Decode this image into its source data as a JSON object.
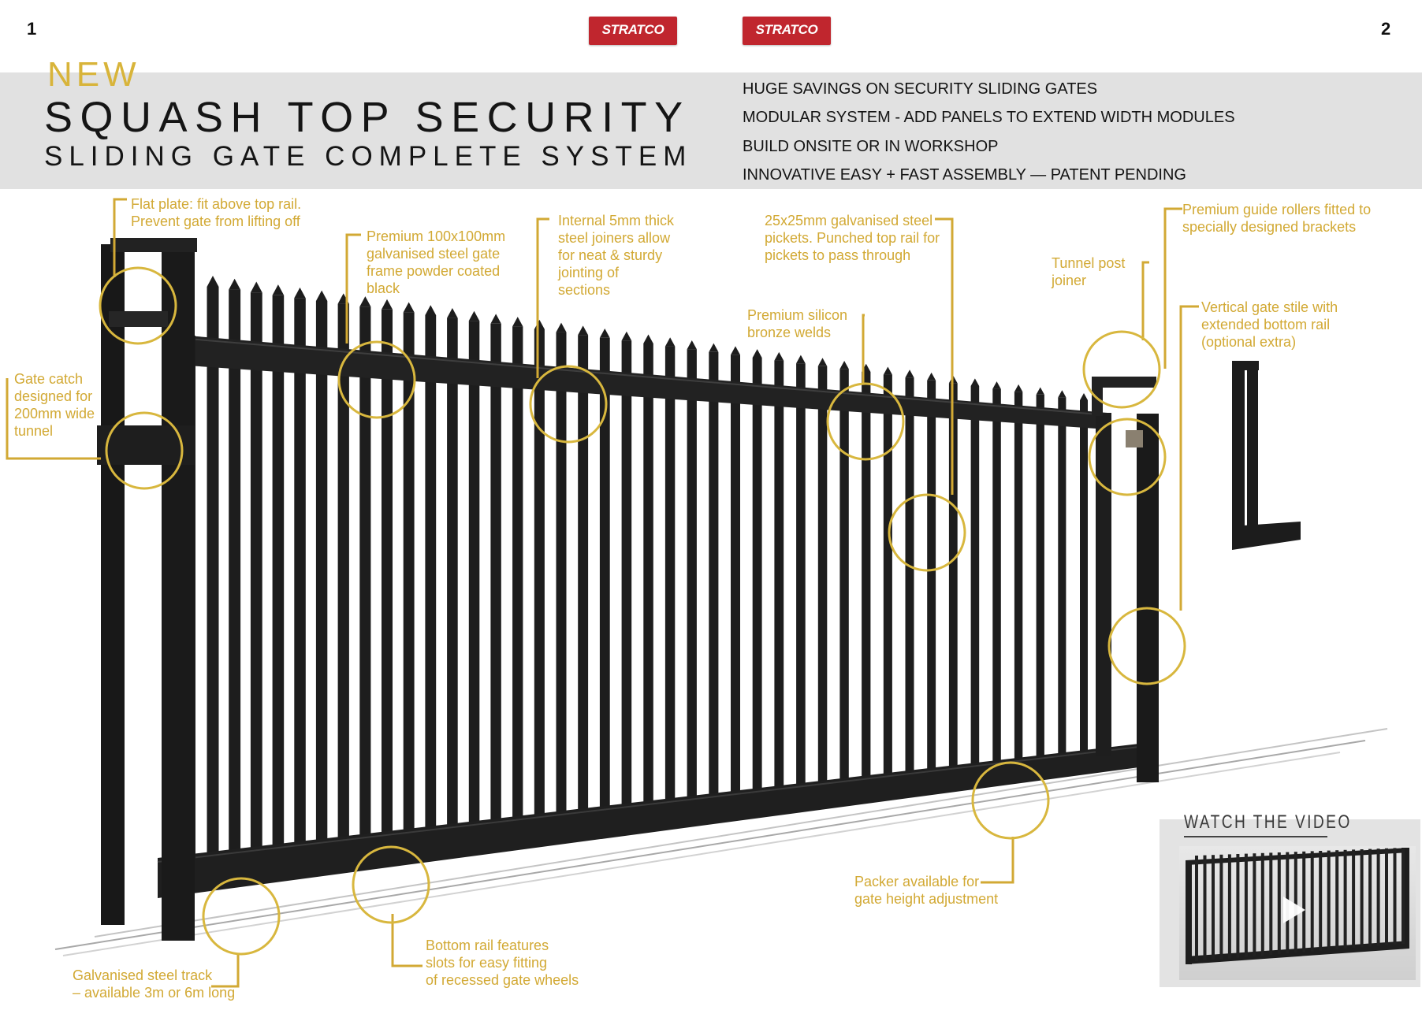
{
  "pages": {
    "left": "1",
    "right": "2"
  },
  "brand": {
    "logo_text": "STRATCO",
    "logo_color": "#c0262e",
    "accent_color": "#d2a934"
  },
  "header": {
    "new_label": "NEW",
    "title_line1": "SQUASH TOP SECURITY",
    "title_line2": "SLIDING GATE COMPLETE SYSTEM"
  },
  "features": [
    "HUGE SAVINGS ON SECURITY SLIDING GATES",
    "MODULAR SYSTEM - ADD PANELS TO EXTEND WIDTH MODULES",
    "BUILD ONSITE OR IN WORKSHOP",
    "INNOVATIVE EASY + FAST ASSEMBLY — PATENT PENDING"
  ],
  "callouts": {
    "flat_plate": [
      "Flat plate: fit above top rail.",
      "Prevent gate from lifting off"
    ],
    "gate_frame": [
      "Premium 100x100mm",
      "galvanised steel gate",
      "frame powder coated",
      "black"
    ],
    "joiners": [
      "Internal 5mm thick",
      "steel joiners allow",
      "for neat & sturdy",
      "jointing of",
      "sections"
    ],
    "pickets": [
      "25x25mm galvanised steel",
      "pickets. Punched top rail for",
      "pickets to pass through"
    ],
    "guide_rollers": [
      "Premium guide rollers fitted to",
      "specially designed brackets"
    ],
    "tunnel_post": [
      "Tunnel post",
      "joiner"
    ],
    "silicon_welds": [
      "Premium silicon",
      "bronze welds"
    ],
    "vertical_stile": [
      "Vertical gate stile with",
      "extended bottom rail",
      "(optional extra)"
    ],
    "gate_catch": [
      "Gate catch",
      "designed for",
      "200mm wide",
      "tunnel"
    ],
    "packer": [
      "Packer available for",
      "gate height adjustment"
    ],
    "bottom_rail": [
      "Bottom rail features",
      "slots for easy fitting",
      "of recessed gate wheels"
    ],
    "track": [
      "Galvanised steel track",
      "– available 3m or 6m long"
    ]
  },
  "video": {
    "label": "WATCH THE VIDEO"
  }
}
